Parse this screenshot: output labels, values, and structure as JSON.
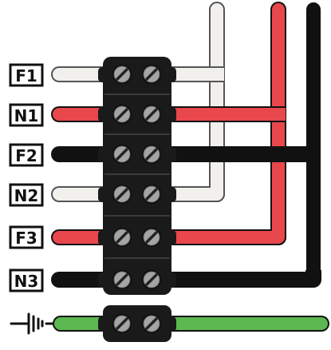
{
  "labels": {
    "f1": "F1",
    "n1": "N1",
    "f2": "F2",
    "n2": "N2",
    "f3": "F3",
    "n3": "N3"
  },
  "icons": {
    "ground": "ground-symbol-icon",
    "screw": "screw-icon"
  },
  "colors": {
    "white_wire": "#f1f0ec",
    "red_wire": "#e8474c",
    "black_wire": "#111111",
    "green_wire": "#5cb850",
    "block": "#1a1a1a",
    "screw_face": "#a4a4a4"
  }
}
